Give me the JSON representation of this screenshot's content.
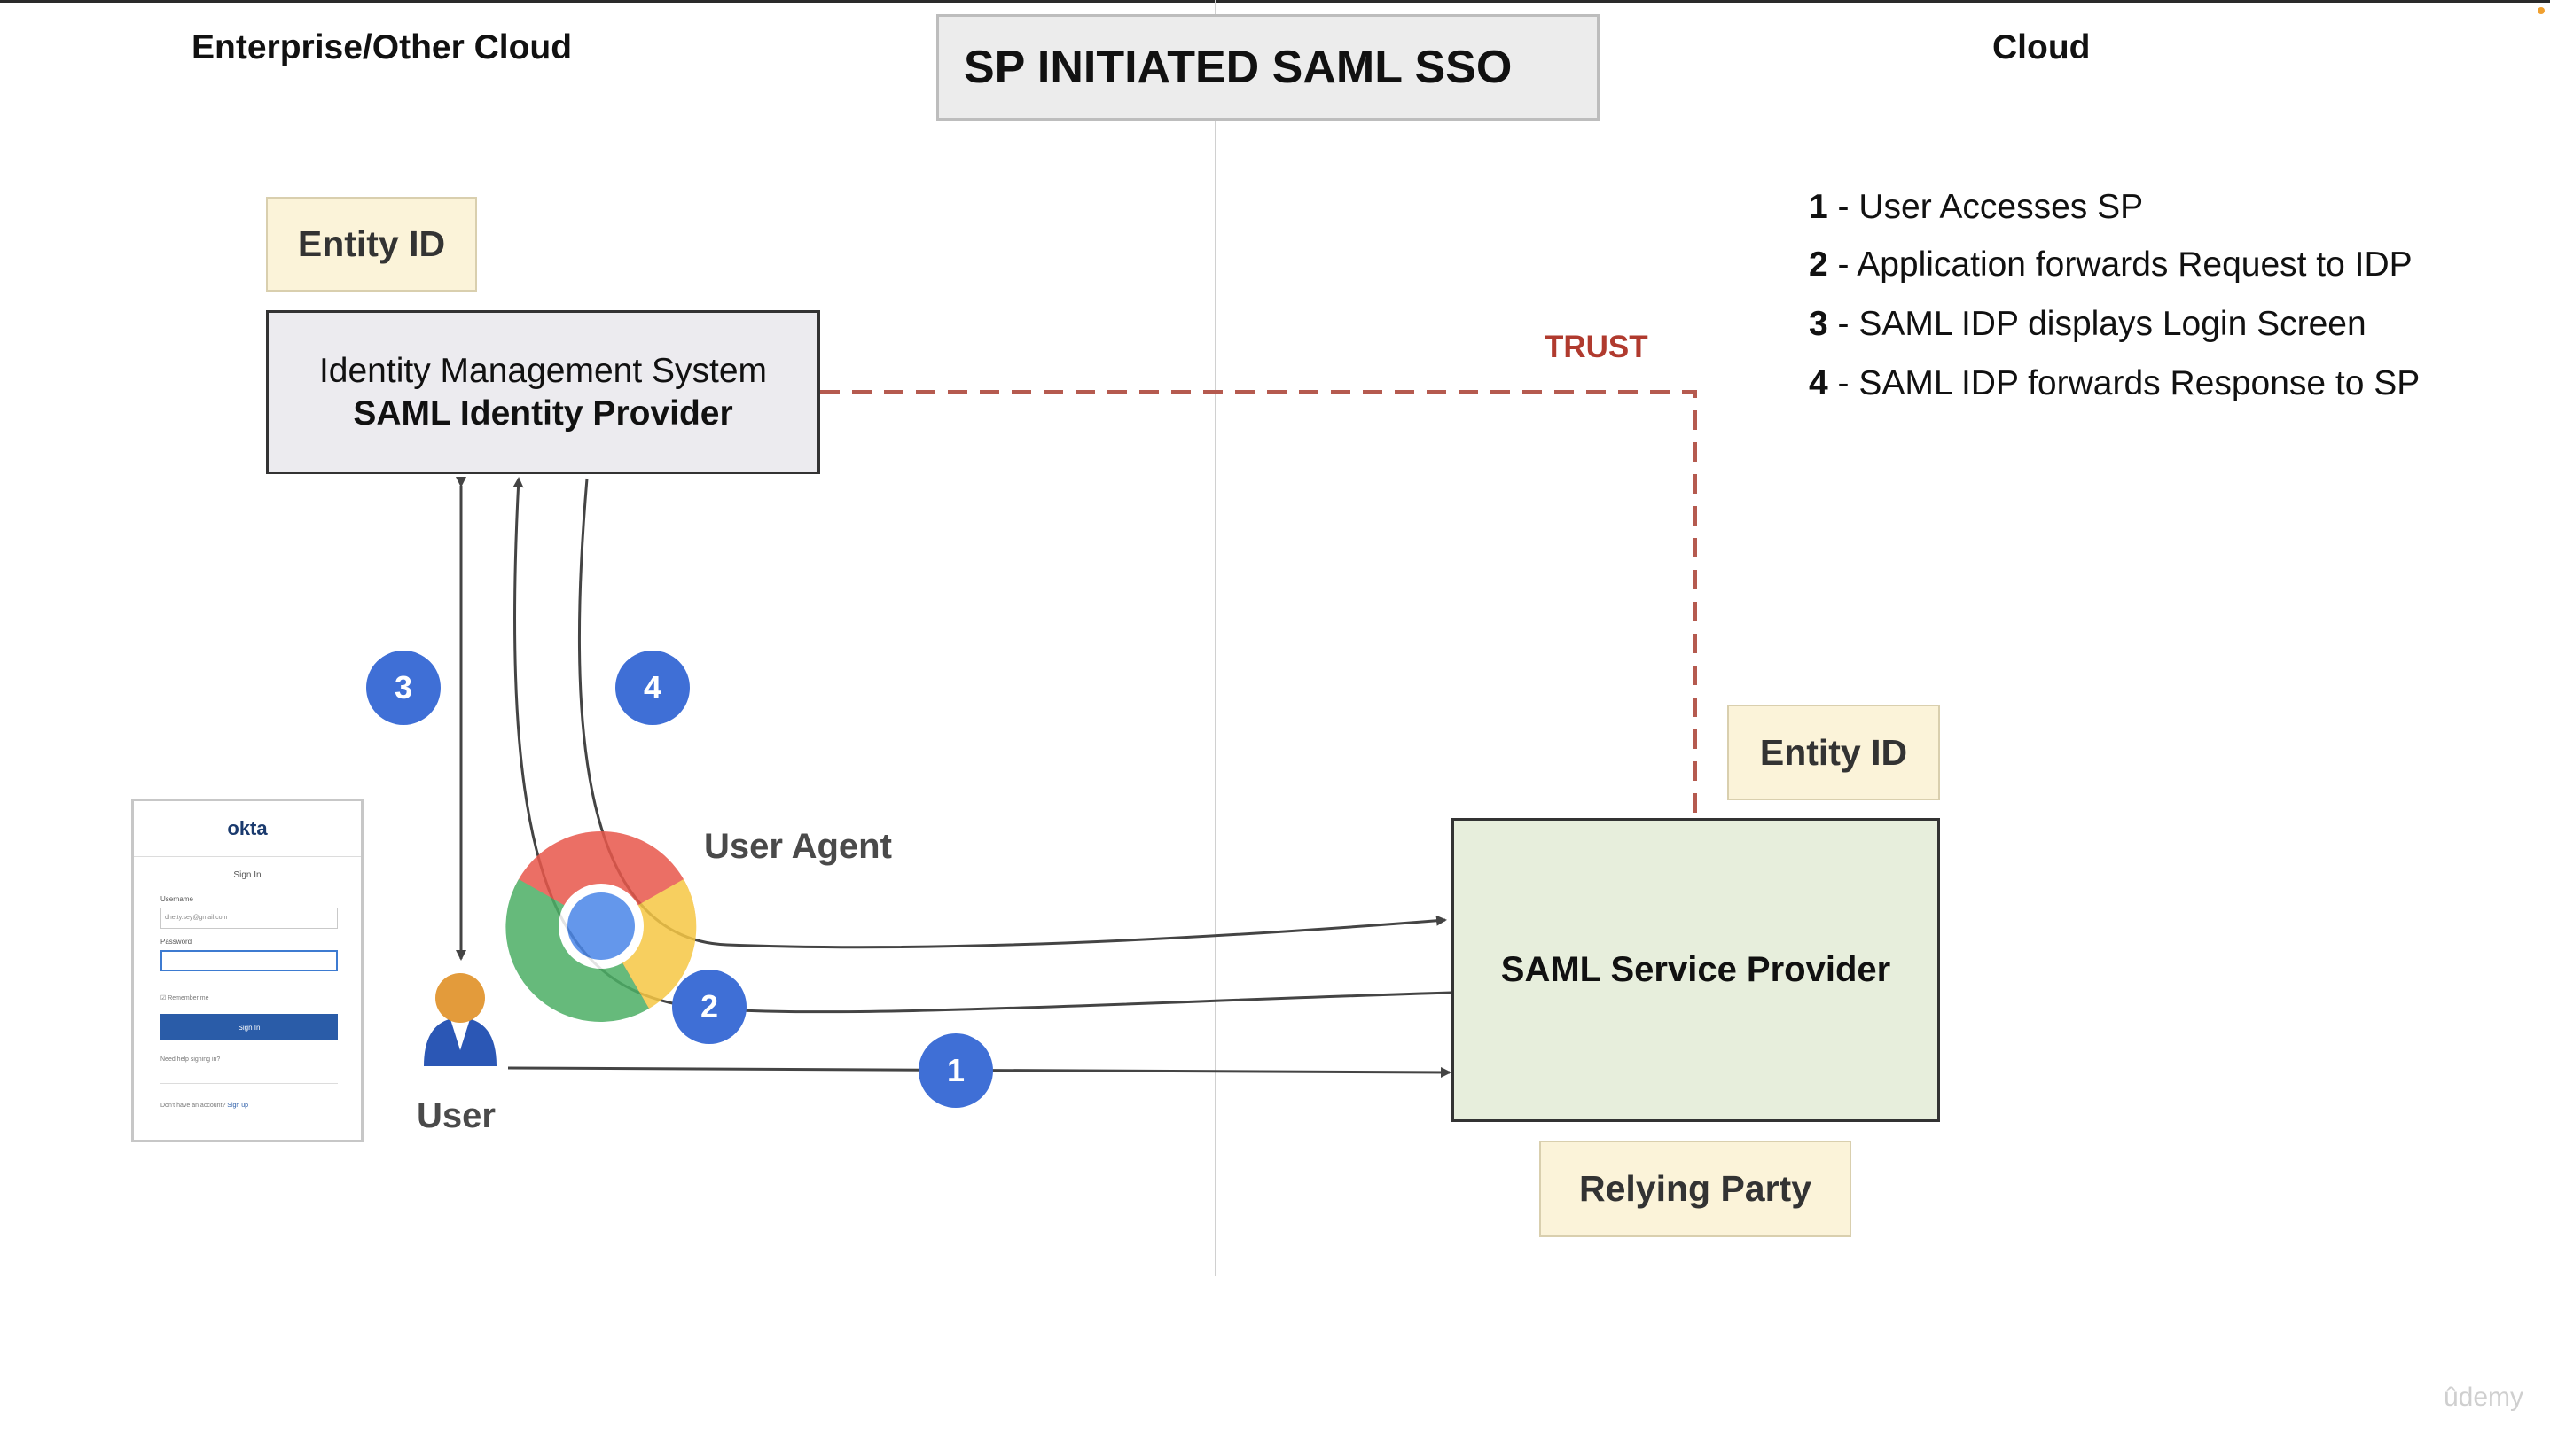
{
  "header": {
    "left_zone": "Enterprise/Other Cloud",
    "title": "SP INITIATED SAML SSO",
    "right_zone": "Cloud"
  },
  "idp": {
    "entity_tag": "Entity ID",
    "line1": "Identity Management System",
    "line2": "SAML Identity Provider"
  },
  "sp": {
    "entity_tag": "Entity ID",
    "label": "SAML Service Provider",
    "relying_party": "Relying Party"
  },
  "trust_label": "TRUST",
  "legend": [
    {
      "num": "1",
      "text": " - User Accesses SP"
    },
    {
      "num": "2",
      "text": " - Application forwards Request to IDP"
    },
    {
      "num": "3",
      "text": " - SAML IDP displays Login Screen"
    },
    {
      "num": "4",
      "text": " - SAML IDP forwards Response to SP"
    }
  ],
  "badges": [
    "1",
    "2",
    "3",
    "4"
  ],
  "user_agent_label": "User Agent",
  "user_label": "User",
  "okta_screen": {
    "logo": "okta",
    "heading": "Sign In",
    "username_label": "Username",
    "username_value": "dhetty.sey@gmail.com",
    "password_label": "Password",
    "remember": "Remember me",
    "button": "Sign In",
    "help": "Need help signing in?",
    "footer": "Don't have an account?",
    "footer_link": "Sign up"
  },
  "watermark": "ûdemy",
  "colors": {
    "badge": "#3f6fd6",
    "trust": "#b03a2e",
    "idp_fill": "#ecebef",
    "sp_fill": "#e7eedc",
    "tag_fill": "#fbf3d9"
  }
}
